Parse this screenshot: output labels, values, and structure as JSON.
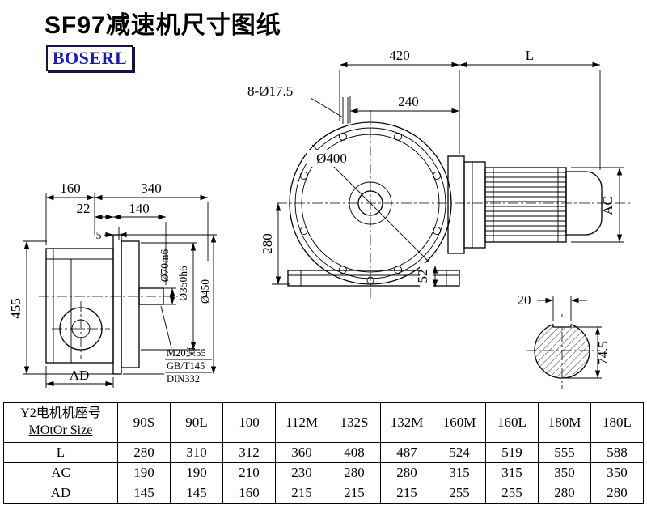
{
  "page": {
    "title": "SF97减速机尺寸图纸",
    "logo_text": "BOSERL"
  },
  "drawing": {
    "front_view": {
      "dim_width": "420",
      "dim_motor_length": "L",
      "dim_bolt_holes": "8-Ø17.5",
      "dim_bolt_span": "240",
      "dim_flange_diameter": "Ø400",
      "dim_center_height": "280",
      "dim_foot": "52"
    },
    "side_view": {
      "dim_body_width": "160",
      "dim_total_depth": "340",
      "dim_22": "22",
      "dim_140": "140",
      "dim_5": "5",
      "dim_height": "455",
      "dim_ad": "AD",
      "dim_shaft": "Ø70m6",
      "dim_spigot": "Ø350h6",
      "dim_flange_od": "Ø450",
      "note1": "M20深55",
      "note2": "GB/T145",
      "note3": "DIN332"
    },
    "motor_view": {
      "dim_ac": "AC"
    },
    "shaft_section": {
      "dim_key_width": "20",
      "dim_key_height": "74.5"
    }
  },
  "table": {
    "header_label_cn": "Y2电机机座号",
    "header_label_en": "MOtOr Size",
    "motor_sizes": [
      "90S",
      "90L",
      "100",
      "112M",
      "132S",
      "132M",
      "160M",
      "160L",
      "180M",
      "180L"
    ],
    "rows": [
      {
        "label": "L",
        "values": [
          "280",
          "310",
          "312",
          "360",
          "408",
          "487",
          "524",
          "519",
          "555",
          "588"
        ]
      },
      {
        "label": "AC",
        "values": [
          "190",
          "190",
          "210",
          "230",
          "280",
          "280",
          "315",
          "315",
          "350",
          "350"
        ]
      },
      {
        "label": "AD",
        "values": [
          "145",
          "145",
          "160",
          "215",
          "215",
          "215",
          "255",
          "255",
          "280",
          "280"
        ]
      }
    ]
  }
}
